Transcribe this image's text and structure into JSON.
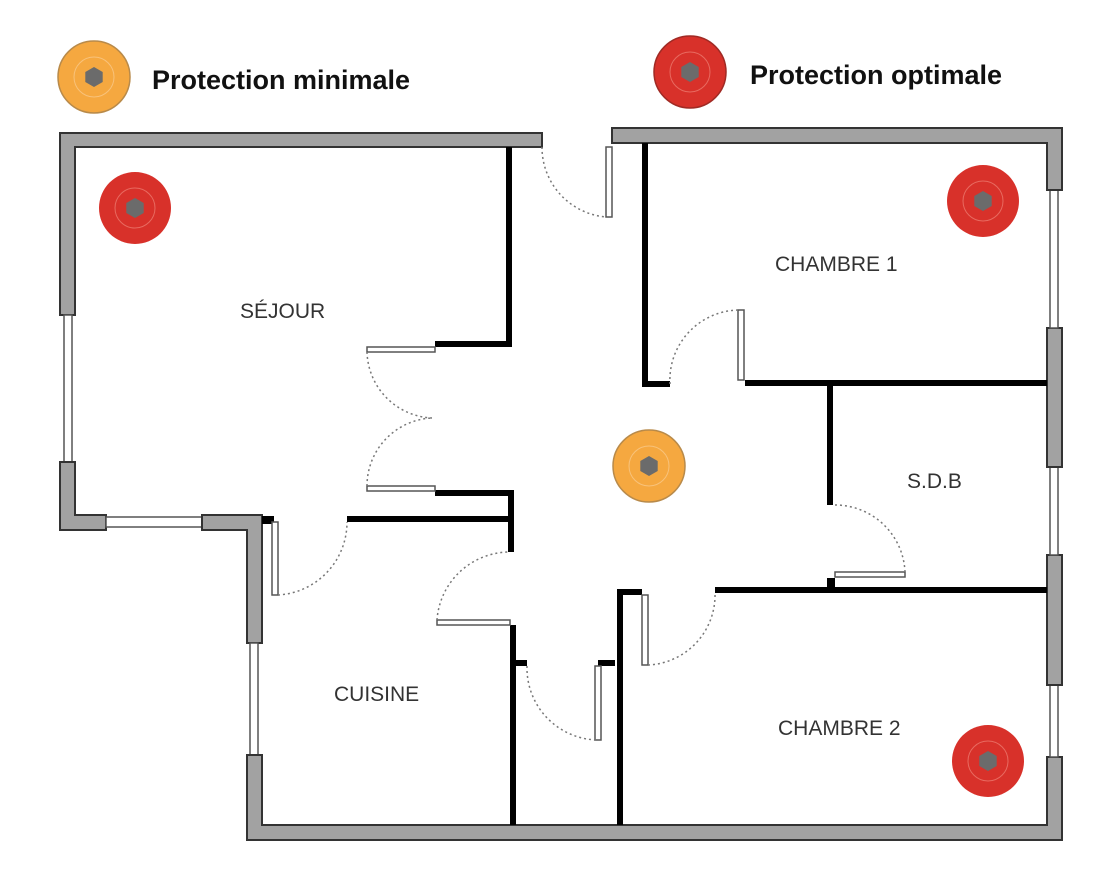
{
  "legend": {
    "minimal": {
      "label": "Protection minimale",
      "color": "#f5a840"
    },
    "optimal": {
      "label": "Protection optimale",
      "color": "#d8312a"
    }
  },
  "rooms": {
    "sejour": "SÉJOUR",
    "chambre1": "CHAMBRE 1",
    "sdb": "S.D.B",
    "cuisine": "CUISINE",
    "chambre2": "CHAMBRE 2"
  },
  "colors": {
    "wall": "#a2a2a2",
    "detector_core": "#6b6b6b"
  }
}
